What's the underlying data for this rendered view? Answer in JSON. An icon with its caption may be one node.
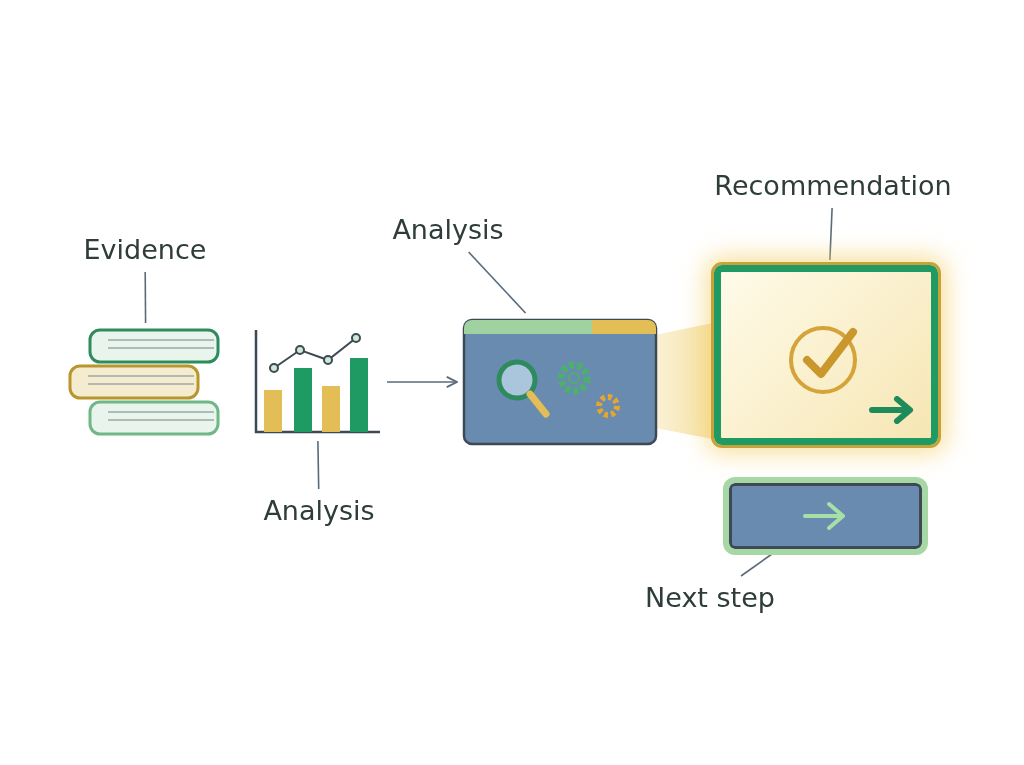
{
  "diagram": {
    "nodes": [
      {
        "text": [
          "Evidence"
        ]
      },
      {
        "text": [],
        "shape": "picture"
      },
      {
        "text": [],
        "shape": "picture"
      },
      {
        "text": [
          "Analysis"
        ]
      },
      {
        "text": [],
        "shape": "picture"
      },
      {
        "text": [
          "Analysis"
        ]
      },
      {
        "text": [],
        "shape": "box"
      },
      {
        "text": [
          "Recommendation"
        ]
      },
      {
        "text": [],
        "shape": "box"
      },
      {
        "text": [
          "Next step"
        ]
      }
    ],
    "edges": [
      {
        "from": 0,
        "to": 1,
        "arrow": "none"
      },
      {
        "from": 3,
        "to": 2,
        "arrow": "none"
      },
      {
        "from": 2,
        "to": 4,
        "arrow": "to"
      },
      {
        "from": 5,
        "to": 4,
        "arrow": "none"
      },
      {
        "from": 7,
        "to": 6,
        "arrow": "none"
      },
      {
        "from": 9,
        "to": 8,
        "arrow": "none"
      }
    ]
  }
}
